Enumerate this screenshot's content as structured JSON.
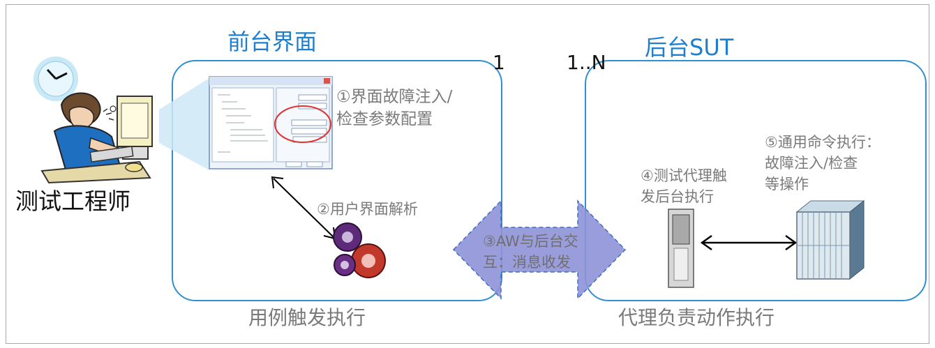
{
  "frontend": {
    "title": "前台界面",
    "caption": "用例触发执行",
    "step1": [
      "①界面故障注入/",
      "检查参数配置"
    ],
    "step2": "②用户界面解析"
  },
  "backend": {
    "title": "后台SUT",
    "caption": "代理负责动作执行",
    "step4": [
      "④测试代理触",
      "发后台执行"
    ],
    "step5": [
      "⑤通用命令执行：",
      "故障注入/检查",
      "等操作"
    ]
  },
  "exchange": {
    "step3": [
      "③AW与后台交",
      "互：消息收发"
    ]
  },
  "multiplicity": {
    "left": "1",
    "right": "1..N"
  },
  "tester": {
    "label": "测试工程师"
  },
  "colors": {
    "panel_border": "#2f8fd0",
    "title": "#1f7fcf",
    "arrow_fill": "#8f92d8",
    "arrow_border": "#3a6fc4"
  }
}
